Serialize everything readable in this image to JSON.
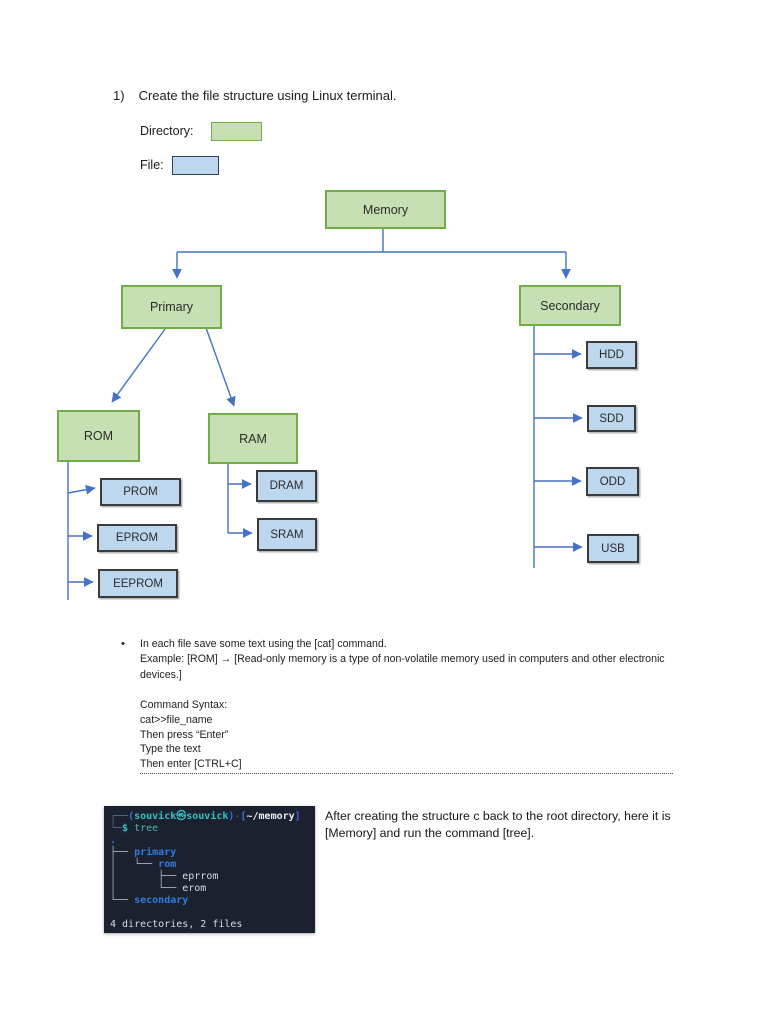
{
  "heading": {
    "number": "1)",
    "text": "Create the file structure using Linux terminal."
  },
  "legend": {
    "directory_label": "Directory:",
    "file_label": "File:"
  },
  "diagram": {
    "nodes": {
      "memory": "Memory",
      "primary": "Primary",
      "secondary": "Secondary",
      "rom": "ROM",
      "ram": "RAM",
      "prom": "PROM",
      "eprom": "EPROM",
      "eeprom": "EEPROM",
      "dram": "DRAM",
      "sram": "SRAM",
      "hdd": "HDD",
      "sdd": "SDD",
      "odd": "ODD",
      "usb": "USB"
    },
    "colors": {
      "directory_fill": "#c6e0b4",
      "directory_border": "#70ad47",
      "file_fill": "#bdd7ee",
      "file_border": "#3b3b3b",
      "connector": "#4472c4"
    }
  },
  "notes": {
    "bullet_glyph": "•",
    "bullet_line1": "In each file save some text using the [cat] command.",
    "bullet_line2": "Example: [ROM] → [Read-only memory is a type of non-volatile memory used in computers and other electronic",
    "bullet_line3": "devices.]",
    "command_syntax": [
      "Command Syntax:",
      "cat>>file_name",
      "Then press “Enter”",
      "Type the text",
      "Then enter [CTRL+C]"
    ]
  },
  "terminal": {
    "background": "#1b212e",
    "lines": [
      [
        {
          "t": "┌──",
          "c": "frame"
        },
        {
          "t": "(",
          "c": "blue"
        },
        {
          "t": "souvick㉿souvick",
          "c": "cyan"
        },
        {
          "t": ")",
          "c": "blue"
        },
        {
          "t": "-",
          "c": "frame"
        },
        {
          "t": "[",
          "c": "blue"
        },
        {
          "t": "~/memory",
          "c": "white"
        },
        {
          "t": "]",
          "c": "blue"
        }
      ],
      [
        {
          "t": "└─",
          "c": "frame"
        },
        {
          "t": "$",
          "c": "cyan"
        },
        {
          "t": " tree",
          "c": "teal"
        }
      ],
      [
        {
          "t": ".",
          "c": "blue"
        }
      ],
      [
        {
          "t": "├── ",
          "c": "gray"
        },
        {
          "t": "primary",
          "c": "dir"
        }
      ],
      [
        {
          "t": "│   └── ",
          "c": "gray"
        },
        {
          "t": "rom",
          "c": "dir"
        }
      ],
      [
        {
          "t": "│       ├── ",
          "c": "gray"
        },
        {
          "t": "eprrom",
          "c": "file"
        }
      ],
      [
        {
          "t": "│       └── ",
          "c": "gray"
        },
        {
          "t": "erom",
          "c": "file"
        }
      ],
      [
        {
          "t": "└── ",
          "c": "gray"
        },
        {
          "t": "secondary",
          "c": "dir"
        }
      ],
      [],
      [
        {
          "t": "4 directories, 2 files",
          "c": "file"
        }
      ]
    ]
  },
  "side_note": {
    "line1": "After creating the structure c back to the root directory, here it is",
    "line2": "[Memory] and run the command [tree]."
  }
}
